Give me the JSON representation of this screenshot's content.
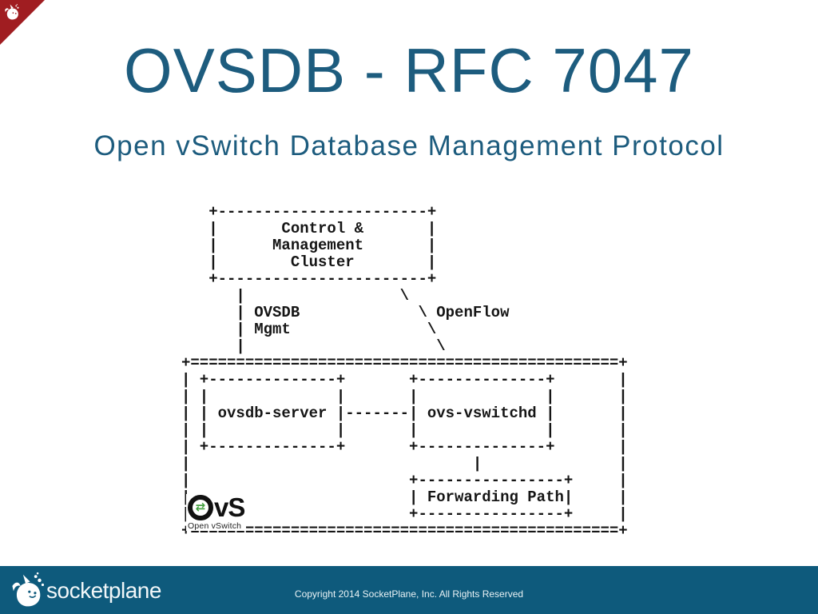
{
  "slide": {
    "title": "OVSDB - RFC 7047",
    "subtitle": "Open vSwitch Database Management Protocol"
  },
  "diagram": {
    "ascii": "   +-----------------------+\n   |       Control &       |\n   |      Management       |\n   |        Cluster        |\n   +-----------------------+\n      |                 \\\n      | OVSDB             \\ OpenFlow\n      | Mgmt               \\\n      |                     \\\n+===============================================+\n| +--------------+       +--------------+       |\n| |              |       |              |       |\n| | ovsdb-server |-------| ovs-vswitchd |       |\n| |              |       |              |       |\n| +--------------+       +--------------+       |\n|                               |               |\n|                        +----------------+     |\n|                        | Forwarding Path|     |\n|                        +----------------+     |\n+===============================================+",
    "labels": {
      "control_box": "Control & Management Cluster",
      "left_link": "OVSDB Mgmt",
      "right_link": "OpenFlow",
      "left_daemon": "ovsdb-server",
      "right_daemon": "ovs-vswitchd",
      "bottom_box": "Forwarding Path"
    },
    "ovs_logo": {
      "arrows": "⇄",
      "text": "vS",
      "caption": "Open vSwitch"
    }
  },
  "footer": {
    "brand": "socketplane",
    "copyright": "Copyright 2014 SocketPlane, Inc. All Rights Reserved"
  },
  "colors": {
    "accent_blue": "#1d5c7e",
    "footer_bar": "#0e5a7c",
    "corner_red": "#a01d21",
    "logo_green": "#45a041",
    "diagram_ink": "#151515"
  }
}
